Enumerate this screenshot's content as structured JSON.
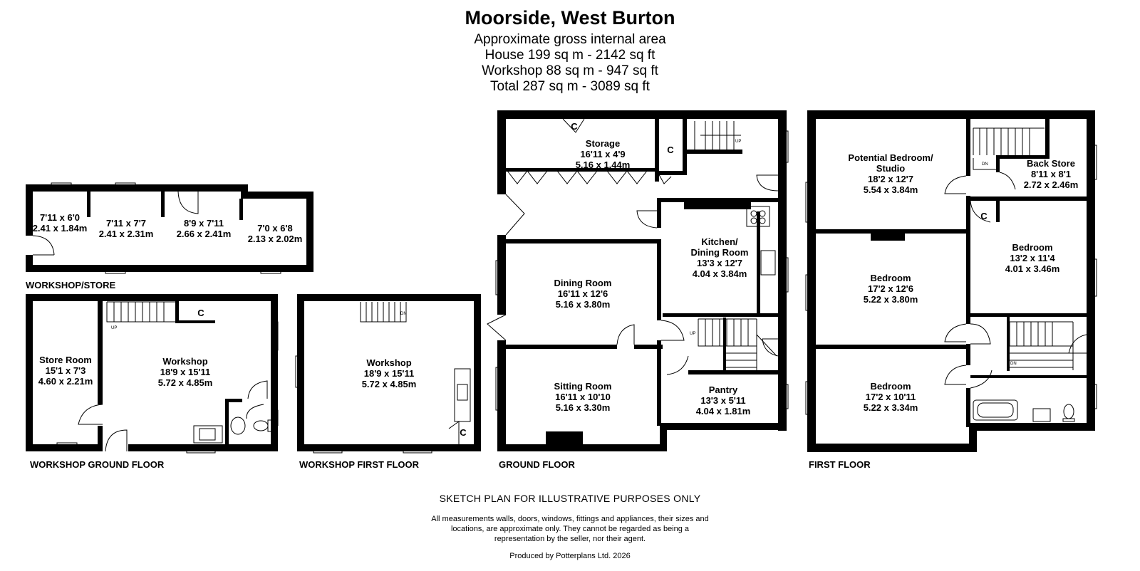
{
  "header": {
    "title": "Moorside, West Burton",
    "lines": [
      "Approximate gross internal area",
      "House 199 sq m - 2142 sq ft",
      "Workshop 88 sq m - 947 sq ft",
      "Total 287 sq m - 3089 sq ft"
    ]
  },
  "floors": {
    "workshop_store": "WORKSHOP/STORE",
    "workshop_ground": "WORKSHOP GROUND FLOOR",
    "workshop_first": "WORKSHOP FIRST FLOOR",
    "ground": "GROUND FLOOR",
    "first": "FIRST FLOOR"
  },
  "rooms": {
    "ws1": {
      "name": "",
      "imp": "7'11 x 6'0",
      "met": "2.41 x 1.84m"
    },
    "ws2": {
      "name": "",
      "imp": "7'11 x 7'7",
      "met": "2.41 x 2.31m"
    },
    "ws3": {
      "name": "",
      "imp": "8'9 x 7'11",
      "met": "2.66 x 2.41m"
    },
    "ws4": {
      "name": "",
      "imp": "7'0 x 6'8",
      "met": "2.13 x 2.02m"
    },
    "store_room": {
      "name": "Store Room",
      "imp": "15'1 x 7'3",
      "met": "4.60 x 2.21m"
    },
    "workshop_g": {
      "name": "Workshop",
      "imp": "18'9 x 15'11",
      "met": "5.72 x 4.85m"
    },
    "workshop_f": {
      "name": "Workshop",
      "imp": "18'9 x 15'11",
      "met": "5.72 x 4.85m"
    },
    "storage": {
      "name": "Storage",
      "imp": "16'11 x 4'9",
      "met": "5.16 x 1.44m"
    },
    "kitchen": {
      "name": "Kitchen/",
      "name2": "Dining Room",
      "imp": "13'3 x 12'7",
      "met": "4.04 x 3.84m"
    },
    "dining": {
      "name": "Dining Room",
      "imp": "16'11 x 12'6",
      "met": "5.16 x 3.80m"
    },
    "sitting": {
      "name": "Sitting Room",
      "imp": "16'11 x 10'10",
      "met": "5.16 x 3.30m"
    },
    "pantry": {
      "name": "Pantry",
      "imp": "13'3 x 5'11",
      "met": "4.04 x 1.81m"
    },
    "pot_bed": {
      "name": "Potential Bedroom/",
      "name2": "Studio",
      "imp": "18'2 x 12'7",
      "met": "5.54 x 3.84m"
    },
    "back_store": {
      "name": "Back Store",
      "imp": "8'11 x 8'1",
      "met": "2.72 x 2.46m"
    },
    "bed1": {
      "name": "Bedroom",
      "imp": "13'2 x 11'4",
      "met": "4.01 x 3.46m"
    },
    "bed2": {
      "name": "Bedroom",
      "imp": "17'2 x 12'6",
      "met": "5.22 x 3.80m"
    },
    "bed3": {
      "name": "Bedroom",
      "imp": "17'2 x 10'11",
      "met": "5.22 x 3.34m"
    }
  },
  "cupboard_label": "C",
  "stair_labels": {
    "up": "UP",
    "dn": "DN"
  },
  "footer": {
    "sketch": "SKETCH PLAN FOR ILLUSTRATIVE PURPOSES ONLY",
    "disclaimer": [
      "All measurements walls, doors, windows, fittings and appliances, their sizes and",
      "locations, are approximate only. They cannot be regarded as being a",
      "representation by the seller, nor their agent."
    ],
    "produced": "Produced by Potterplans Ltd. 2026"
  }
}
